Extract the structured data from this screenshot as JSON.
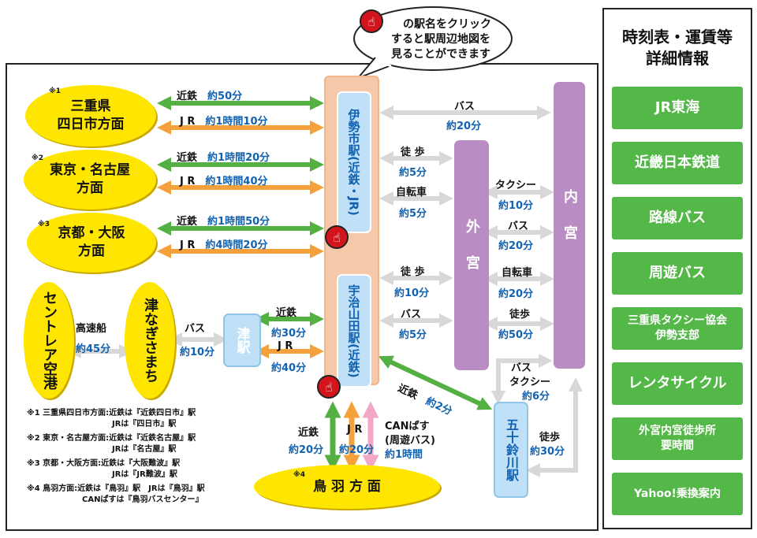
{
  "bubble": {
    "line1": "の駅名をクリック",
    "line2": "すると駅周辺地図を",
    "line3": "見ることができます"
  },
  "origins": {
    "mie": {
      "note": "※1",
      "line1": "三重県",
      "line2": "四日市方面"
    },
    "tokyo": {
      "note": "※2",
      "line1": "東京・名古屋",
      "line2": "方面"
    },
    "kyoto": {
      "note": "※3",
      "line1": "京都・大阪",
      "line2": "方面"
    },
    "centrair": {
      "name": "セントレア空港"
    },
    "tsunagi": {
      "name": "津なぎさまち"
    },
    "toba": {
      "note": "※4",
      "name": "鳥 羽 方 面"
    }
  },
  "routes": {
    "mie_kintetsu": {
      "label": "近鉄",
      "time": "約50分"
    },
    "mie_jr": {
      "label": "J R",
      "time": "約1時間10分"
    },
    "tokyo_kintetsu": {
      "label": "近鉄",
      "time": "約1時間20分"
    },
    "tokyo_jr": {
      "label": "J R",
      "time": "約1時間40分"
    },
    "kyoto_kintetsu": {
      "label": "近鉄",
      "time": "約1時間50分"
    },
    "kyoto_jr": {
      "label": "J R",
      "time": "約4時間20分"
    },
    "ship": {
      "label": "高速船",
      "time": "約45分"
    },
    "tsu_bus": {
      "label": "バス",
      "time": "約10分"
    },
    "tsu_kintetsu": {
      "label": "近鉄",
      "time": "約30分"
    },
    "tsu_jr": {
      "label": "J R",
      "time": "約40分"
    },
    "ise_naiku_bus": {
      "label": "バス",
      "time": "約20分"
    },
    "ise_geku_walk": {
      "label": "徒 歩",
      "time": "約5分"
    },
    "ise_geku_bike": {
      "label": "自転車",
      "time": "約5分"
    },
    "uji_geku_walk": {
      "label": "徒 歩",
      "time": "約10分"
    },
    "uji_geku_bus": {
      "label": "バス",
      "time": "約5分"
    },
    "geku_naiku_taxi": {
      "label": "タクシー",
      "time": "約10分"
    },
    "geku_naiku_bus": {
      "label": "バス",
      "time": "約20分"
    },
    "geku_naiku_bike": {
      "label": "自転車",
      "time": "約20分"
    },
    "geku_naiku_walk": {
      "label": "徒歩",
      "time": "約50分"
    },
    "uji_isuzu_kintetsu": {
      "label": "近鉄",
      "time": "約2分"
    },
    "isuzu_naiku_bustaxi": {
      "label1": "バス",
      "label2": "タクシー",
      "time": "約6分"
    },
    "isuzu_naiku_walk": {
      "label": "徒歩",
      "time": "約30分"
    },
    "toba_kintetsu": {
      "label": "近鉄",
      "time": "約20分"
    },
    "toba_jr": {
      "label": "J R",
      "time": "約20分"
    },
    "toba_can": {
      "label1": "CANぱす",
      "label2": "(周遊バス)",
      "time": "約1時間"
    }
  },
  "stations": {
    "ise": "伊勢市駅(近鉄・JR)",
    "uji": "宇治山田駅(近鉄)",
    "tsu": "津駅",
    "geku": "外宮",
    "naiku": "内宮",
    "isuzu": "五十鈴川駅"
  },
  "footnotes": [
    {
      "mark": "※1",
      "line1": "三重県四日市方面:近鉄は『近鉄四日市』駅",
      "line2": "JRは『四日市』駅"
    },
    {
      "mark": "※2",
      "line1": "東京・名古屋方面:近鉄は『近鉄名古屋』駅",
      "line2": "JRは『名古屋』駅"
    },
    {
      "mark": "※3",
      "line1": "京都・大阪方面:近鉄は『大阪難波』駅",
      "line2": "JRは『JR難波』駅"
    },
    {
      "mark": "※4",
      "line1": "鳥羽方面:近鉄は『鳥羽』駅　JRは『鳥羽』駅",
      "line2": "CANぱすは『鳥羽バスセンター』"
    }
  ],
  "side": {
    "title1": "時刻表・運賃等",
    "title2": "詳細情報",
    "buttons": [
      "JR東海",
      "近畿日本鉄道",
      "路線バス",
      "周遊バス",
      "三重県タクシー協会伊勢支部",
      "レンタサイクル",
      "外宮内宮徒歩所要時間",
      "Yahoo!乗換案内"
    ]
  },
  "colors": {
    "kintetsu": "#55b043",
    "jr": "#f5a13b",
    "gray": "#d8d8d8",
    "can": "#f2a7c6",
    "purple": "#b98cc4",
    "station_blue": "#bfe0f6",
    "ise_bg": "#f6c8aa"
  }
}
